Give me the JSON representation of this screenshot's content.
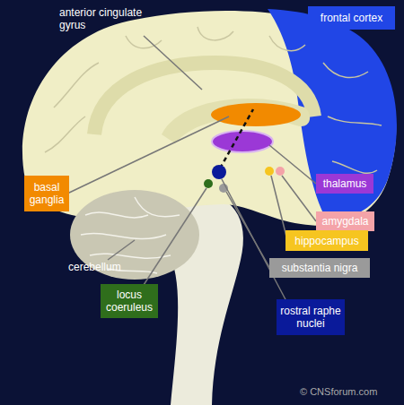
{
  "diagram": {
    "nodes": [
      {
        "text": [
          "frontal cortex"
        ]
      },
      {
        "text": [
          "basal ganglia"
        ]
      },
      {
        "text": [
          "thalamus"
        ]
      },
      {
        "text": [
          "amygdala"
        ]
      },
      {
        "text": [
          "hippocampus"
        ]
      },
      {
        "text": [
          "substantia nigra"
        ]
      },
      {
        "text": [
          "locus coeruleus"
        ]
      },
      {
        "text": [
          "rostral raphe nuclei"
        ]
      }
    ],
    "labels": [
      "anterior cingulate gyrus",
      "cerebellum",
      "© CNSforum.com"
    ]
  }
}
